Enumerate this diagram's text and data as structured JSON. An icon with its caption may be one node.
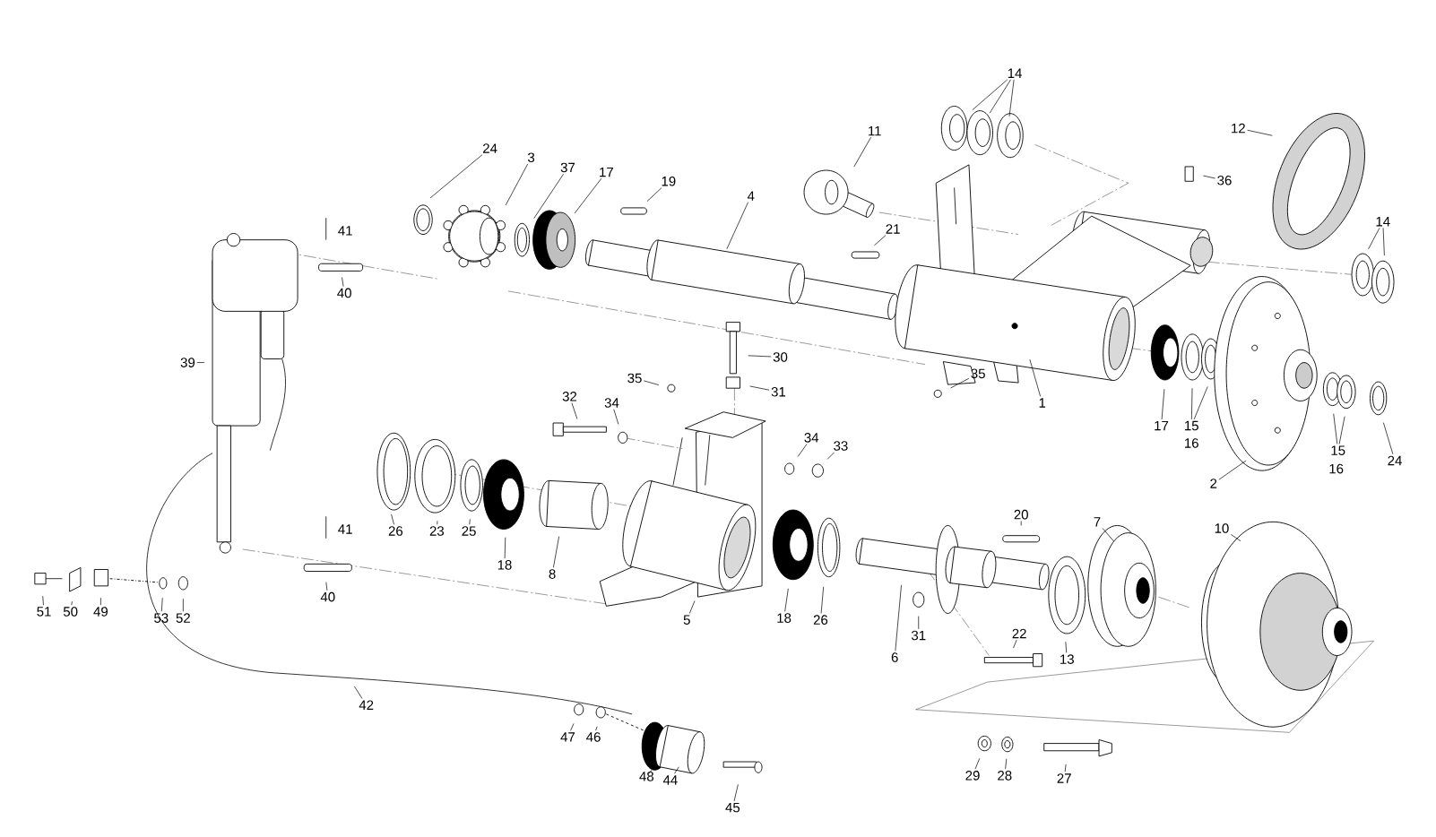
{
  "diagram": {
    "nodes": [
      {
        "text": [
          "14"
        ]
      },
      {
        "text": [
          "11"
        ]
      },
      {
        "text": [
          "12"
        ]
      },
      {
        "text": [
          "24"
        ]
      },
      {
        "text": [
          "3"
        ]
      },
      {
        "text": [
          "37"
        ]
      },
      {
        "text": [
          "17"
        ]
      },
      {
        "text": [
          "19"
        ]
      },
      {
        "text": [
          "4"
        ]
      },
      {
        "text": [
          "36"
        ]
      },
      {
        "text": [
          "41"
        ]
      },
      {
        "text": [
          "40"
        ]
      },
      {
        "text": [
          "21"
        ]
      },
      {
        "text": [
          "14"
        ]
      },
      {
        "text": [
          "39"
        ]
      },
      {
        "text": [
          "30"
        ]
      },
      {
        "text": [
          "35"
        ]
      },
      {
        "text": [
          "31"
        ]
      },
      {
        "text": [
          "35"
        ]
      },
      {
        "text": [
          "1"
        ]
      },
      {
        "text": [
          "17"
        ]
      },
      {
        "text": [
          "15"
        ]
      },
      {
        "text": [
          "32"
        ]
      },
      {
        "text": [
          "34"
        ]
      },
      {
        "text": [
          "34"
        ]
      },
      {
        "text": [
          "33"
        ]
      },
      {
        "text": [
          "2"
        ]
      },
      {
        "text": [
          "15"
        ]
      },
      {
        "text": [
          "24"
        ]
      },
      {
        "text": [
          "26"
        ]
      },
      {
        "text": [
          "23"
        ]
      },
      {
        "text": [
          "25"
        ]
      },
      {
        "text": [
          "18"
        ]
      },
      {
        "text": [
          "8"
        ]
      },
      {
        "text": [
          "20"
        ]
      },
      {
        "text": [
          "41"
        ]
      },
      {
        "text": [
          "40"
        ]
      },
      {
        "text": [
          "7"
        ]
      },
      {
        "text": [
          "10"
        ]
      },
      {
        "text": [
          "51"
        ]
      },
      {
        "text": [
          "50"
        ]
      },
      {
        "text": [
          "49"
        ]
      },
      {
        "text": [
          "53"
        ]
      },
      {
        "text": [
          "52"
        ]
      },
      {
        "text": [
          "5"
        ]
      },
      {
        "text": [
          "18"
        ]
      },
      {
        "text": [
          "26"
        ]
      },
      {
        "text": [
          "6"
        ]
      },
      {
        "text": [
          "31"
        ]
      },
      {
        "text": [
          "22"
        ]
      },
      {
        "text": [
          "13"
        ]
      },
      {
        "text": [
          "42"
        ]
      },
      {
        "text": [
          "47"
        ]
      },
      {
        "text": [
          "46"
        ]
      },
      {
        "text": [
          "48"
        ]
      },
      {
        "text": [
          "44"
        ]
      },
      {
        "text": [
          "45"
        ]
      },
      {
        "text": [
          "29"
        ]
      },
      {
        "text": [
          "28"
        ]
      },
      {
        "text": [
          "27"
        ]
      }
    ],
    "edges": [
      {
        "from": 0,
        "to": null,
        "arrow": "none"
      },
      {
        "from": 0,
        "to": null,
        "arrow": "none"
      },
      {
        "from": 0,
        "to": null,
        "arrow": "none"
      },
      {
        "from": 1,
        "to": null,
        "arrow": "none"
      },
      {
        "from": 2,
        "to": null,
        "arrow": "none"
      },
      {
        "from": 3,
        "to": null,
        "arrow": "none"
      },
      {
        "from": 4,
        "to": null,
        "arrow": "none"
      },
      {
        "from": 5,
        "to": null,
        "arrow": "none"
      },
      {
        "from": 6,
        "to": null,
        "arrow": "none"
      },
      {
        "from": 7,
        "to": null,
        "arrow": "none"
      },
      {
        "from": 8,
        "to": null,
        "arrow": "none"
      },
      {
        "from": 9,
        "to": null,
        "arrow": "none"
      },
      {
        "from": 10,
        "to": null,
        "arrow": "none"
      },
      {
        "from": 11,
        "to": null,
        "arrow": "none"
      },
      {
        "from": 12,
        "to": null,
        "arrow": "none"
      },
      {
        "from": 13,
        "to": null,
        "arrow": "none"
      },
      {
        "from": 13,
        "to": null,
        "arrow": "none"
      },
      {
        "from": 14,
        "to": null,
        "arrow": "none"
      },
      {
        "from": 15,
        "to": null,
        "arrow": "none"
      },
      {
        "from": 16,
        "to": null,
        "arrow": "none"
      },
      {
        "from": 17,
        "to": null,
        "arrow": "none"
      },
      {
        "from": 18,
        "to": null,
        "arrow": "none"
      },
      {
        "from": 19,
        "to": null,
        "arrow": "none"
      },
      {
        "from": 20,
        "to": null,
        "arrow": "none"
      },
      {
        "from": 21,
        "to": null,
        "arrow": "none"
      },
      {
        "from": 21,
        "to": null,
        "arrow": "none"
      },
      {
        "from": 22,
        "to": null,
        "arrow": "none"
      },
      {
        "from": 23,
        "to": null,
        "arrow": "none"
      },
      {
        "from": 24,
        "to": null,
        "arrow": "none"
      },
      {
        "from": 25,
        "to": null,
        "arrow": "none"
      },
      {
        "from": 26,
        "to": null,
        "arrow": "none"
      },
      {
        "from": 27,
        "to": null,
        "arrow": "none"
      },
      {
        "from": 27,
        "to": null,
        "arrow": "none"
      },
      {
        "from": 28,
        "to": null,
        "arrow": "none"
      },
      {
        "from": 29,
        "to": null,
        "arrow": "none"
      },
      {
        "from": 30,
        "to": null,
        "arrow": "none"
      },
      {
        "from": 31,
        "to": null,
        "arrow": "none"
      },
      {
        "from": 32,
        "to": null,
        "arrow": "none"
      },
      {
        "from": 33,
        "to": null,
        "arrow": "none"
      },
      {
        "from": 34,
        "to": null,
        "arrow": "none"
      },
      {
        "from": 35,
        "to": null,
        "arrow": "none"
      },
      {
        "from": 36,
        "to": null,
        "arrow": "none"
      },
      {
        "from": 37,
        "to": null,
        "arrow": "none"
      },
      {
        "from": 38,
        "to": null,
        "arrow": "none"
      },
      {
        "from": 39,
        "to": null,
        "arrow": "none"
      },
      {
        "from": 40,
        "to": null,
        "arrow": "none"
      },
      {
        "from": 41,
        "to": null,
        "arrow": "none"
      },
      {
        "from": 42,
        "to": null,
        "arrow": "none"
      },
      {
        "from": 43,
        "to": null,
        "arrow": "none"
      },
      {
        "from": 44,
        "to": null,
        "arrow": "none"
      },
      {
        "from": 45,
        "to": null,
        "arrow": "none"
      },
      {
        "from": 46,
        "to": null,
        "arrow": "none"
      },
      {
        "from": 47,
        "to": null,
        "arrow": "none"
      },
      {
        "from": 48,
        "to": null,
        "arrow": "none"
      },
      {
        "from": 49,
        "to": null,
        "arrow": "none"
      },
      {
        "from": 50,
        "to": null,
        "arrow": "none"
      },
      {
        "from": 51,
        "to": null,
        "arrow": "none"
      },
      {
        "from": 52,
        "to": null,
        "arrow": "none"
      },
      {
        "from": 53,
        "to": null,
        "arrow": "none"
      },
      {
        "from": 54,
        "to": null,
        "arrow": "none"
      },
      {
        "from": 55,
        "to": null,
        "arrow": "none"
      },
      {
        "from": 56,
        "to": null,
        "arrow": "none"
      },
      {
        "from": 57,
        "to": null,
        "arrow": "none"
      },
      {
        "from": 58,
        "to": null,
        "arrow": "none"
      },
      {
        "from": 59,
        "to": null,
        "arrow": "none"
      }
    ],
    "labels": [
      "16",
      "16"
    ]
  }
}
